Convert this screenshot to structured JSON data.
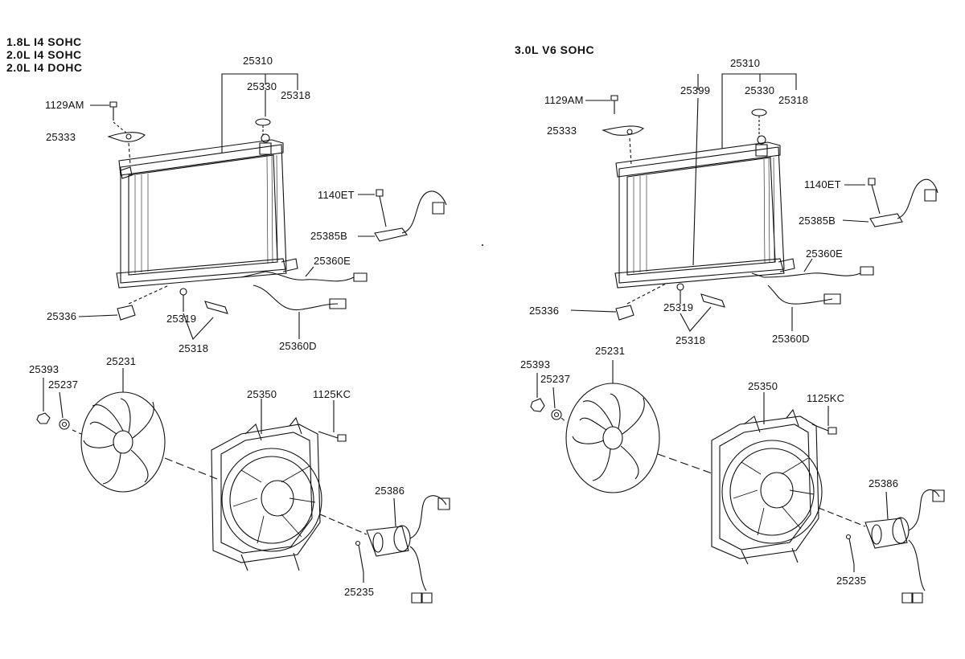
{
  "left": {
    "engines": [
      "1.8L I4 SOHC",
      "2.0L I4 SOHC",
      "2.0L I4 DOHC"
    ],
    "labels": {
      "p25310": "25310",
      "p25330": "25330",
      "p25318a": "25318",
      "p1129AM": "1129AM",
      "p25333": "25333",
      "p1140ET": "1140ET",
      "p25385B": "25385B",
      "p25360E": "25360E",
      "p25336": "25336",
      "p25319": "25319",
      "p25318b": "25318",
      "p25360D": "25360D",
      "p25393": "25393",
      "p25231": "25231",
      "p25237": "25237",
      "p25350": "25350",
      "p1125KC": "1125KC",
      "p25386": "25386",
      "p25235": "25235"
    }
  },
  "right": {
    "engines": [
      "3.0L V6 SOHC"
    ],
    "labels": {
      "p25310": "25310",
      "p25399": "25399",
      "p25330": "25330",
      "p25318a": "25318",
      "p1129AM": "1129AM",
      "p25333": "25333",
      "p1140ET": "1140ET",
      "p25385B": "25385B",
      "p25360E": "25360E",
      "p25336": "25336",
      "p25319": "25319",
      "p25318b": "25318",
      "p25360D": "25360D",
      "p25393": "25393",
      "p25231": "25231",
      "p25237": "25237",
      "p25350": "25350",
      "p1125KC": "1125KC",
      "p25386": "25386",
      "p25235": "25235"
    }
  },
  "colors": {
    "ink": "#111111",
    "paper": "#ffffff"
  }
}
